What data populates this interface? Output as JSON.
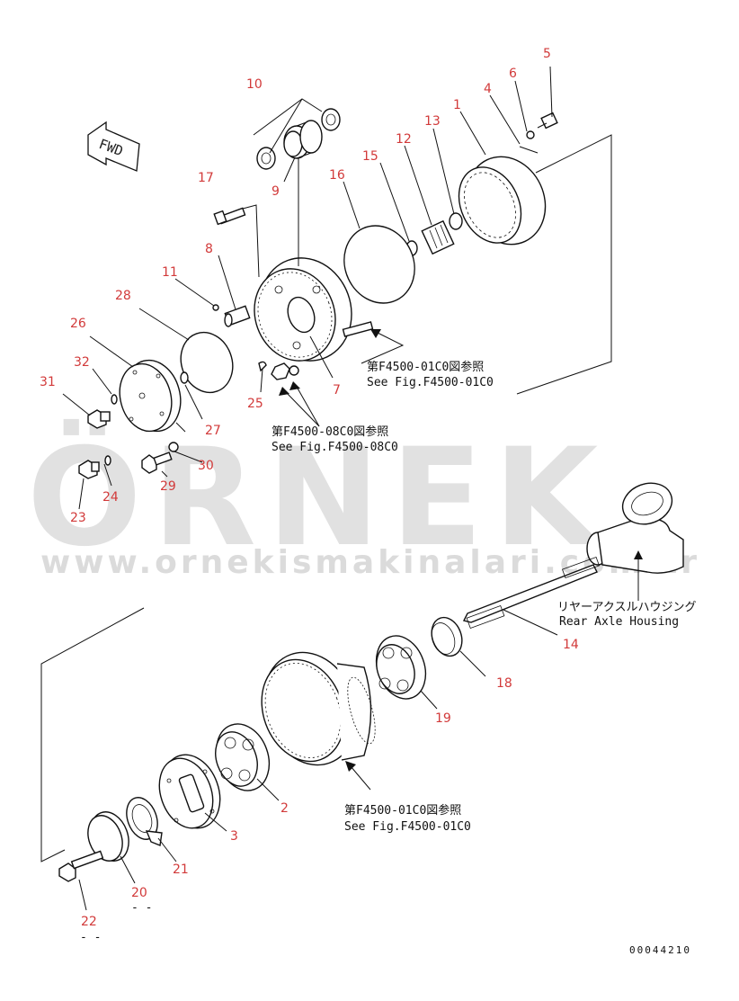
{
  "labels": {
    "n1": "1",
    "n2": "2",
    "n3": "3",
    "n4": "4",
    "n5": "5",
    "n6": "6",
    "n7": "7",
    "n8": "8",
    "n9": "9",
    "n10": "10",
    "n11": "11",
    "n12": "12",
    "n13": "13",
    "n14": "14",
    "n15": "15",
    "n16": "16",
    "n17": "17",
    "n18": "18",
    "n19": "19",
    "n20": "20",
    "n21": "21",
    "n22": "22",
    "n23": "23",
    "n24": "24",
    "n25": "25",
    "n26": "26",
    "n27": "27",
    "n28": "28",
    "n29": "29",
    "n30": "30",
    "n31": "31",
    "n32": "32"
  },
  "refs": {
    "r1_jp": "第F4500-01C0図参照",
    "r1_en": "See Fig.F4500-01C0",
    "r2_jp": "第F4500-08C0図参照",
    "r2_en": "See Fig.F4500-08C0",
    "r3_jp": "第F4500-01C0図参照",
    "r3_en": "See Fig.F4500-01C0",
    "housing_jp": "リヤーアクスルハウジング",
    "housing_en": "Rear Axle Housing"
  },
  "fwd": "FWD",
  "watermark": {
    "brand": "ÖRNEK",
    "url": "www.ornekismakinalari.com.tr"
  },
  "drawing_code": "00044210",
  "dash_marks": {
    "a": "- -",
    "b": "- -"
  }
}
